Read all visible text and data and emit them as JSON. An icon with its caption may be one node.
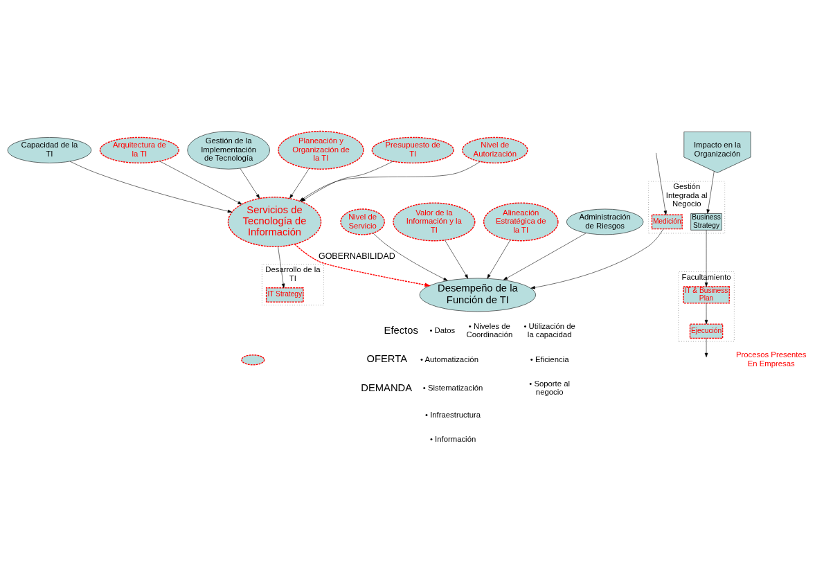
{
  "diagram": {
    "nodes": [
      {
        "text": [
          "Capacidad de la TI"
        ]
      },
      {
        "text": [
          "Arquitectura de la TI"
        ]
      },
      {
        "text": [
          "Gestión de la Implementación de Tecnología"
        ]
      },
      {
        "text": [
          "Servicios de Tecnología de Información"
        ]
      },
      {
        "text": [
          "Planeación y Organización de la TI"
        ]
      },
      {
        "text": [
          "Presupuesto de TI"
        ]
      },
      {
        "text": [
          "Nivel de Autorización"
        ]
      },
      {
        "text": [
          "Desarrollo de la TI"
        ]
      },
      {
        "text": [
          "Facultamiento"
        ]
      },
      {
        "text": [
          "Gestión Integrada al Negocio"
        ]
      },
      {
        "text": [
          "Ejecución"
        ],
        "in": 8
      },
      {
        "text": [
          "Medición"
        ],
        "in": 9
      },
      {
        "text": [
          "IT Strategy"
        ],
        "in": 7
      },
      {
        "text": [
          "IT & Business Plan"
        ],
        "in": 8
      },
      {
        "text": [
          "Business Strategy"
        ],
        "in": 9
      },
      {
        "text": [
          "Nivel de Servicio"
        ]
      },
      {
        "text": [
          "Valor de la Información y la TI"
        ]
      },
      {
        "text": [
          "Desempeño de la Función de TI"
        ]
      },
      {
        "text": [
          "Alineación Estratégica de la TI"
        ]
      },
      {
        "text": [
          "Administración de Riesgos"
        ]
      },
      {
        "text": [
          "Impacto en la Organización"
        ]
      }
    ],
    "edges": [
      {
        "from": 0,
        "to": 3,
        "arrow": "to"
      },
      {
        "from": 1,
        "to": 3,
        "arrow": "to"
      },
      {
        "from": 2,
        "to": 3,
        "arrow": "to"
      },
      {
        "from": 4,
        "to": 3,
        "arrow": "to"
      },
      {
        "from": 5,
        "to": 3,
        "arrow": "to"
      },
      {
        "from": 6,
        "to": 3,
        "arrow": "to"
      },
      {
        "from": 3,
        "to": 12,
        "arrow": "to"
      },
      {
        "from": 3,
        "to": 17,
        "arrow": "to",
        "label": "GOBERNABILIDAD",
        "style": "dashed",
        "color": "#ff0000"
      },
      {
        "from": 13,
        "to": 10,
        "arrow": "to"
      },
      {
        "from": 10,
        "to": null,
        "arrow": "to"
      },
      {
        "from": null,
        "to": 11,
        "arrow": "to"
      },
      {
        "from": 11,
        "to": 17,
        "arrow": "to"
      },
      {
        "from": 14,
        "to": 13,
        "arrow": "to"
      },
      {
        "from": 20,
        "to": 14,
        "arrow": "to"
      },
      {
        "from": 15,
        "to": 17,
        "arrow": "to"
      },
      {
        "from": 16,
        "to": 17,
        "arrow": "to"
      },
      {
        "from": 18,
        "to": 17,
        "arrow": "to"
      },
      {
        "from": 19,
        "to": 17,
        "arrow": "to"
      }
    ],
    "labels": [
      "Efectos",
      "OFERTA",
      "DEMANDA",
      "• Datos",
      "• Automatización",
      "• Sistematización",
      "• Infraestructura",
      "• Información",
      "• Niveles de Coordinación",
      "• Utilización de la capacidad",
      "• Eficiencia",
      "• Soporte al negocio"
    ],
    "legend": [
      {
        "text": "Procesos Presentes En Empresas"
      }
    ]
  }
}
